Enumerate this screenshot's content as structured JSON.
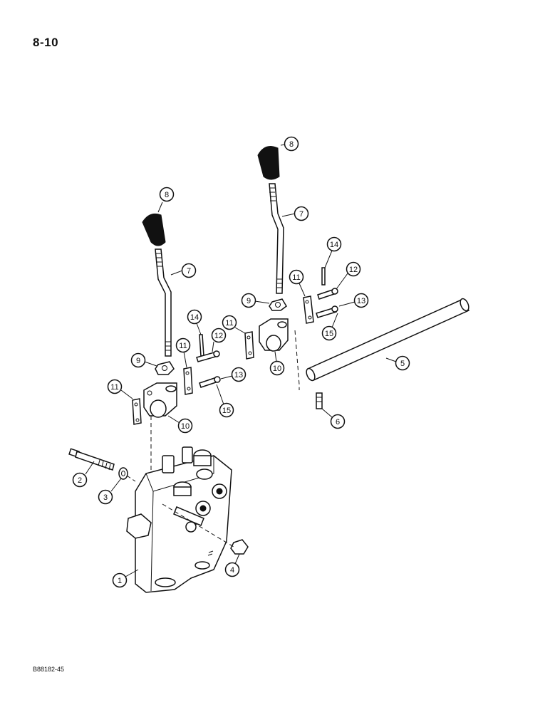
{
  "page": {
    "number": "8-10",
    "figure_code": "B88182-45"
  },
  "callouts": [
    {
      "id": "c1",
      "label": "1"
    },
    {
      "id": "c2",
      "label": "2"
    },
    {
      "id": "c3",
      "label": "3"
    },
    {
      "id": "c4",
      "label": "4"
    },
    {
      "id": "c5",
      "label": "5"
    },
    {
      "id": "c6",
      "label": "6"
    },
    {
      "id": "c7a",
      "label": "7"
    },
    {
      "id": "c7b",
      "label": "7"
    },
    {
      "id": "c8a",
      "label": "8"
    },
    {
      "id": "c8b",
      "label": "8"
    },
    {
      "id": "c9a",
      "label": "9"
    },
    {
      "id": "c9b",
      "label": "9"
    },
    {
      "id": "c10a",
      "label": "10"
    },
    {
      "id": "c10b",
      "label": "10"
    },
    {
      "id": "c11a",
      "label": "11"
    },
    {
      "id": "c11b",
      "label": "11"
    },
    {
      "id": "c11c",
      "label": "11"
    },
    {
      "id": "c11d",
      "label": "11"
    },
    {
      "id": "c12a",
      "label": "12"
    },
    {
      "id": "c12b",
      "label": "12"
    },
    {
      "id": "c13a",
      "label": "13"
    },
    {
      "id": "c13b",
      "label": "13"
    },
    {
      "id": "c14a",
      "label": "14"
    },
    {
      "id": "c14b",
      "label": "14"
    },
    {
      "id": "c15a",
      "label": "15"
    },
    {
      "id": "c15b",
      "label": "15"
    }
  ]
}
